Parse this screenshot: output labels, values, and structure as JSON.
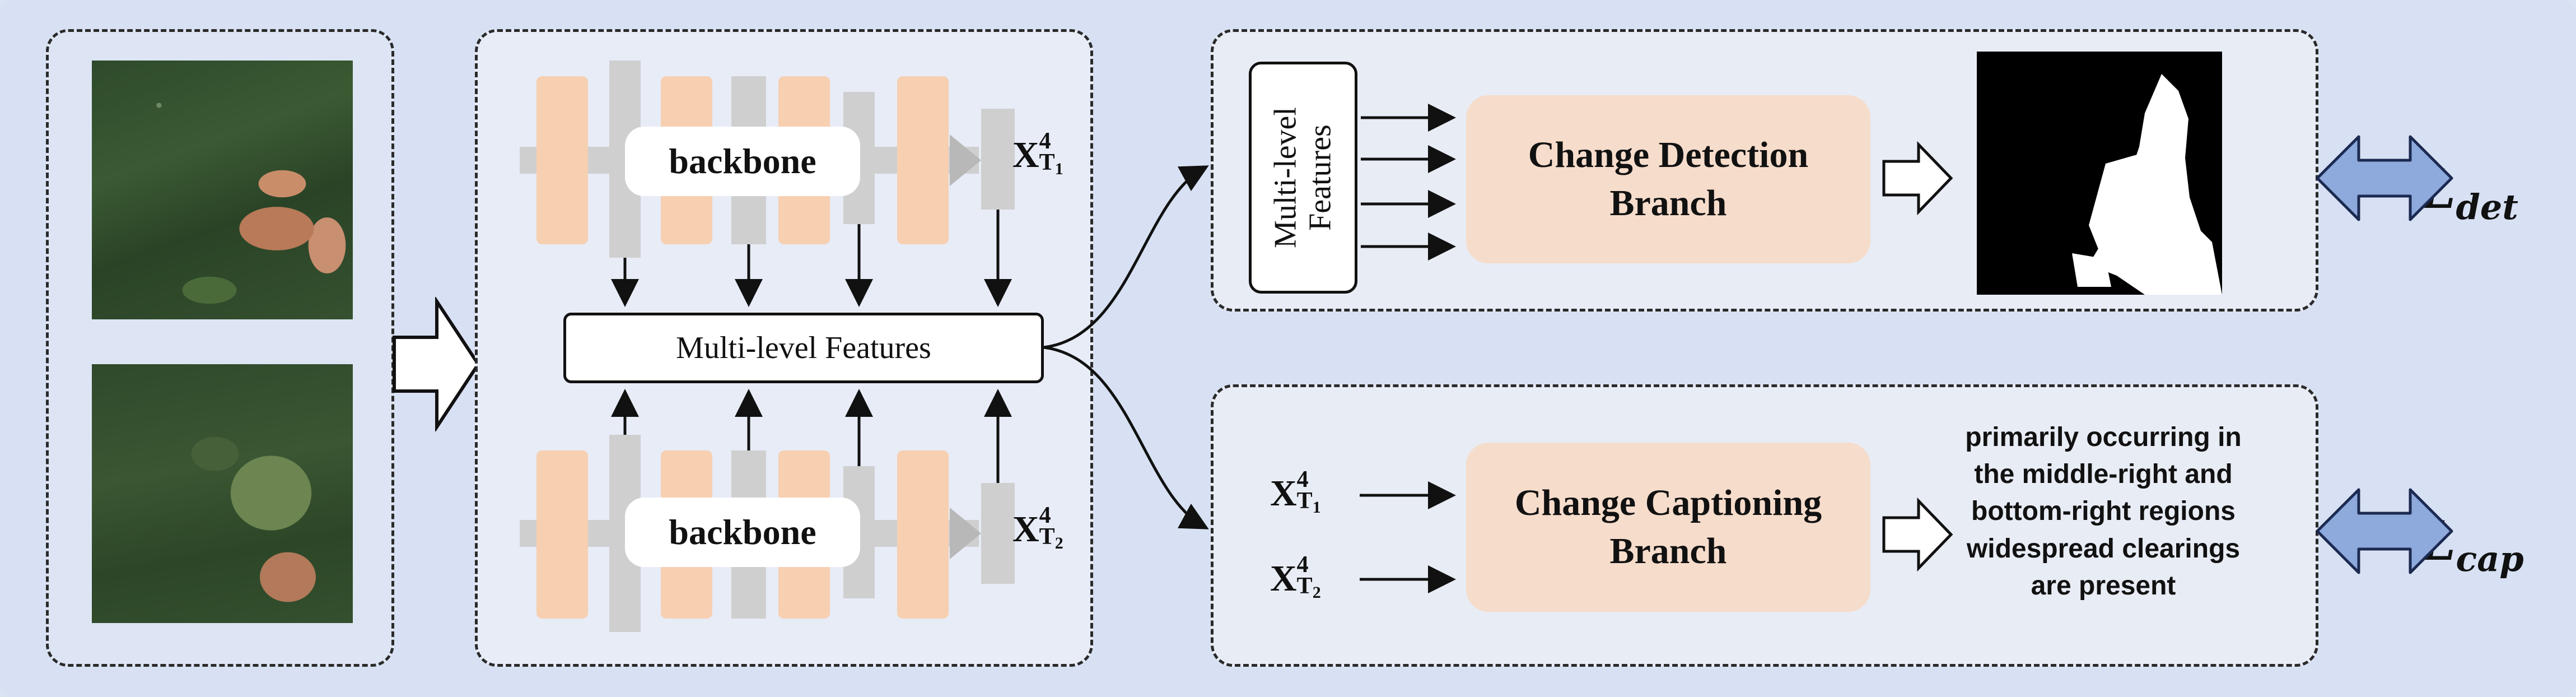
{
  "backbone": {
    "top_label": "backbone",
    "bottom_label": "backbone",
    "features_label": "Multi-level Features",
    "x_t1": {
      "base": "X",
      "sup": "4",
      "sub": "T",
      "subsub": "1"
    },
    "x_t2": {
      "base": "X",
      "sup": "4",
      "sub": "T",
      "subsub": "2"
    }
  },
  "detection": {
    "input_label_line1": "Multi-level",
    "input_label_line2": "Features",
    "branch_line1": "Change Detection",
    "branch_line2": "Branch",
    "loss": {
      "base": "L",
      "sub": "det"
    }
  },
  "captioning": {
    "x_t1": {
      "base": "X",
      "sup": "4",
      "sub": "T",
      "subsub": "1"
    },
    "x_t2": {
      "base": "X",
      "sup": "4",
      "sub": "T",
      "subsub": "2"
    },
    "branch_line1": "Change Captioning",
    "branch_line2": "Branch",
    "caption_text": "primarily occurring in the middle-right and bottom-right regions widespread clearings are present",
    "loss": {
      "base": "L",
      "sub": "cap"
    }
  },
  "colors": {
    "background": "#d7e1f3",
    "feature_block": "#f7cfb1",
    "neutral_block": "#cfcfcf",
    "branch": "#f6dccb",
    "loss_arrow": "#8ea9dc"
  }
}
